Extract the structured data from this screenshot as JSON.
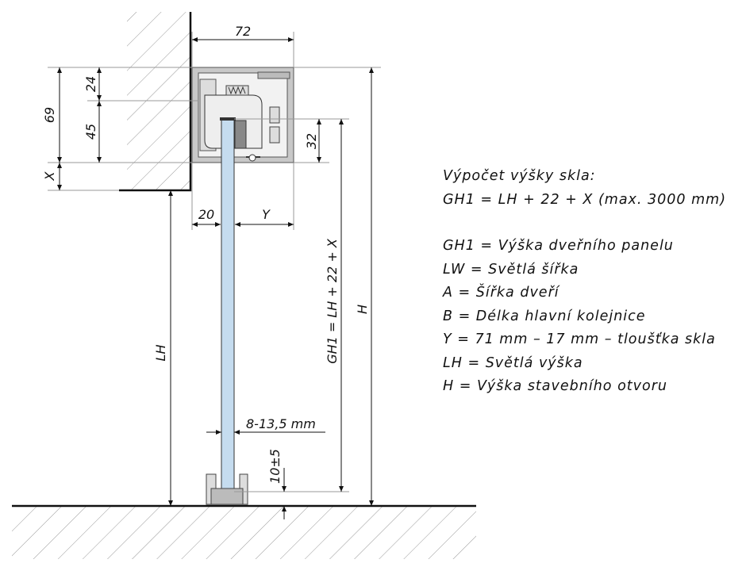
{
  "dimensions": {
    "top_width": "72",
    "d69": "69",
    "d24": "24",
    "d45": "45",
    "dX": "X",
    "d32": "32",
    "d20": "20",
    "dY": "Y",
    "glass_height": "GH1 = LH + 22 + X",
    "H": "H",
    "LH": "LH",
    "glass_thickness": "8-13,5 mm",
    "floor_gap": "10±5"
  },
  "legend": {
    "title": "Výpočet výšky skla:",
    "formula": "GH1 = LH + 22 + X (max. 3000 mm)",
    "items": [
      "GH1 = Výška dveřního panelu",
      "LW = Světlá šířka",
      "A = Šířka dveří",
      "B = Délka hlavní kolejnice",
      "Y = 71 mm – 17 mm – tloušťka skla",
      "LH = Světlá výška",
      "H = Výška stavebního otvoru"
    ]
  },
  "colors": {
    "glass": "#c5dcef",
    "profile": "#c8c8c8",
    "line": "#111111"
  }
}
